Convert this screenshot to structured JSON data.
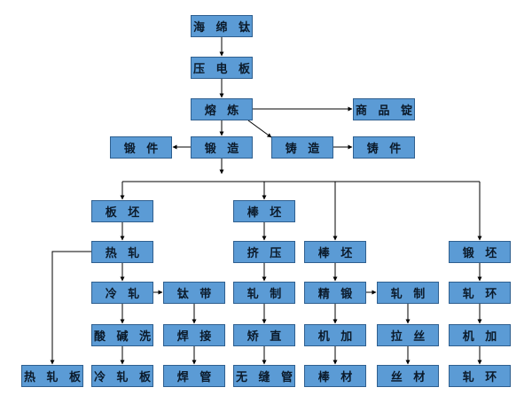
{
  "nodes": [
    {
      "id": "n-haimianti",
      "label": "海 绵 钛"
    },
    {
      "id": "n-yadianban",
      "label": "压 电 板"
    },
    {
      "id": "n-ronglian",
      "label": "熔 炼"
    },
    {
      "id": "n-shangpinding",
      "label": "商 品 锭"
    },
    {
      "id": "n-duanjian",
      "label": "锻 件"
    },
    {
      "id": "n-duanzao",
      "label": "锻 造"
    },
    {
      "id": "n-zhuzao",
      "label": "铸 造"
    },
    {
      "id": "n-zhujian",
      "label": "铸 件"
    },
    {
      "id": "n-banpi",
      "label": "板 坯"
    },
    {
      "id": "n-bangpi1",
      "label": "棒 坯"
    },
    {
      "id": "n-rezha",
      "label": "热 轧"
    },
    {
      "id": "n-jiya",
      "label": "挤 压"
    },
    {
      "id": "n-bangpi2",
      "label": "棒 坯"
    },
    {
      "id": "n-duanpi",
      "label": "锻 坯"
    },
    {
      "id": "n-lengzha",
      "label": "冷 轧"
    },
    {
      "id": "n-taidai",
      "label": "钛 带"
    },
    {
      "id": "n-zhazhi",
      "label": "轧 制"
    },
    {
      "id": "n-jingduan",
      "label": "精 锻"
    },
    {
      "id": "n-zhazhi2",
      "label": "轧 制"
    },
    {
      "id": "n-zhahuan1",
      "label": "轧 环"
    },
    {
      "id": "n-suanjianxi",
      "label": "酸 碱 洗"
    },
    {
      "id": "n-hanjie",
      "label": "焊 接"
    },
    {
      "id": "n-jiaozhi",
      "label": "矫 直"
    },
    {
      "id": "n-jijia1",
      "label": "机 加"
    },
    {
      "id": "n-lasi",
      "label": "拉 丝"
    },
    {
      "id": "n-jijia2",
      "label": "机 加"
    },
    {
      "id": "n-rezhaban",
      "label": "热 轧 板"
    },
    {
      "id": "n-lengzhaban",
      "label": "冷 轧 板"
    },
    {
      "id": "n-hanguan",
      "label": "焊 管"
    },
    {
      "id": "n-wufengguan",
      "label": "无 缝 管"
    },
    {
      "id": "n-bangcai",
      "label": "棒 材"
    },
    {
      "id": "n-sicai",
      "label": "丝 材"
    },
    {
      "id": "n-zhahuan2",
      "label": "轧 环"
    }
  ]
}
